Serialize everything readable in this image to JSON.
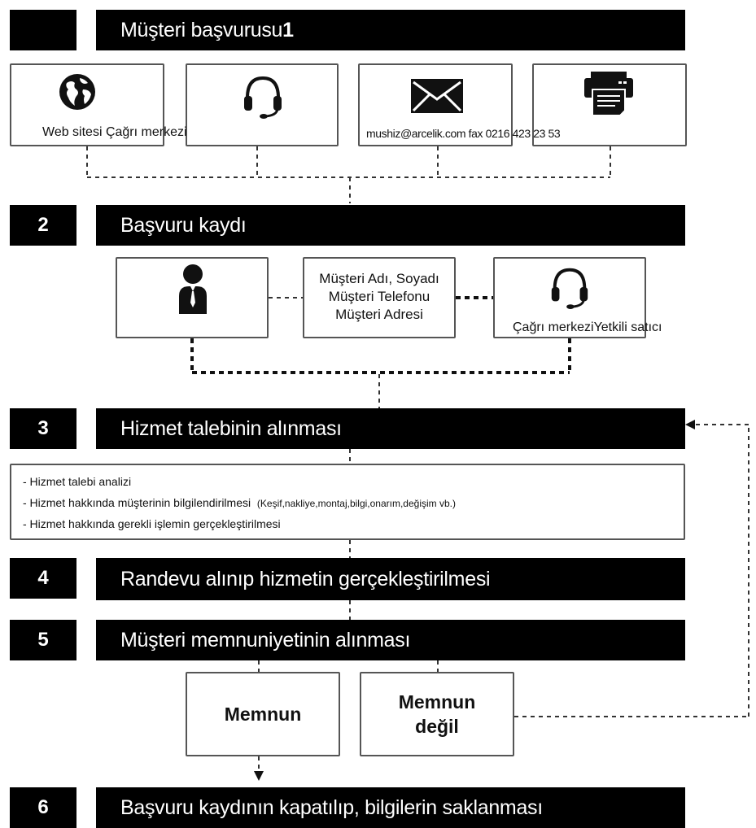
{
  "steps": [
    {
      "number": "",
      "title": "Müşteri başvurusu",
      "title_suffix": "1"
    },
    {
      "number": "2",
      "title": "Başvuru kaydı"
    },
    {
      "number": "3",
      "title": "Hizmet talebinin alınması"
    },
    {
      "number": "4",
      "title": "Randevu alınıp hizmetin gerçekleştirilmesi"
    },
    {
      "number": "5",
      "title": "Müşteri memnuniyetinin alınması"
    },
    {
      "number": "6",
      "title": "Başvuru kaydının kapatılıp, bilgilerin saklanması"
    }
  ],
  "channels": {
    "label_left": "Web sitesi Çağrı merkezi",
    "label_right": "mushiz@arcelik.com fax 0216 423 23 53",
    "icons": [
      "globe-icon",
      "headset-icon",
      "envelope-icon",
      "fax-icon"
    ]
  },
  "registration": {
    "info_lines": [
      "Müşteri Adı, Soyadı",
      "Müşteri Telefonu",
      "Müşteri Adresi"
    ],
    "right_label": "Çağrı merkeziYetkili satıcı",
    "icons": [
      "person-icon",
      "headset-icon"
    ]
  },
  "service_request": {
    "items": [
      {
        "text": "- Hizmet talebi analizi",
        "note": ""
      },
      {
        "text": "- Hizmet hakkında müşterinin bilgilendirilmesi",
        "note": "(Keşif,nakliye,montaj,bilgi,onarım,değişim vb.)"
      },
      {
        "text": "- Hizmet hakkında gerekli işlemin gerçekleştirilmesi",
        "note": ""
      }
    ]
  },
  "satisfaction": {
    "satisfied": "Memnun",
    "not_satisfied_line1": "Memnun",
    "not_satisfied_line2": "değil"
  },
  "colors": {
    "bar": "#000000",
    "border": "#555555",
    "line": "#333333"
  }
}
